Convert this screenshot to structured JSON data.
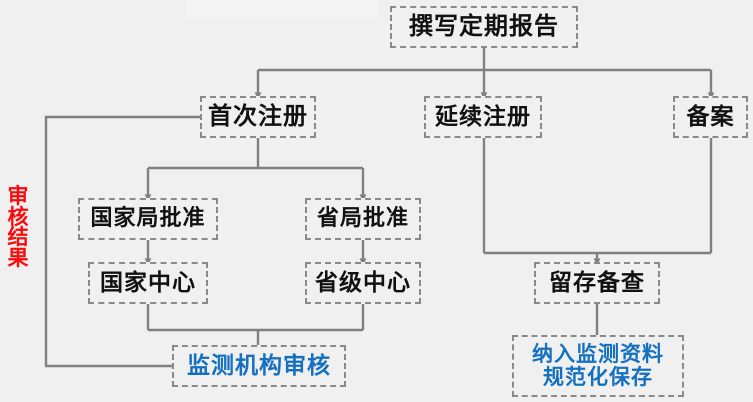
{
  "diagram": {
    "title_label": "撰写定期报告",
    "side_label": "审核结果",
    "colors": {
      "background": "#f0f0f0",
      "box_border": "#8a8a8a",
      "connector": "#808080",
      "text_dark": "#111111",
      "text_blue": "#1570c0",
      "text_red": "#fa0a0a"
    },
    "nodes": [
      {
        "id": "write-report",
        "label": "撰写定期报告",
        "style": "dark"
      },
      {
        "id": "first-registration",
        "label": "首次注册",
        "style": "dark"
      },
      {
        "id": "renewal-registration",
        "label": "延续注册",
        "style": "dark"
      },
      {
        "id": "filing",
        "label": "备案",
        "style": "dark"
      },
      {
        "id": "national-bureau",
        "label": "国家局批准",
        "style": "dark"
      },
      {
        "id": "provincial-bureau",
        "label": "省局批准",
        "style": "dark"
      },
      {
        "id": "national-center",
        "label": "国家中心",
        "style": "dark"
      },
      {
        "id": "provincial-center",
        "label": "省级中心",
        "style": "dark"
      },
      {
        "id": "monitoring-review",
        "label": "监测机构审核",
        "style": "blue"
      },
      {
        "id": "retain-for-check",
        "label": "留存备查",
        "style": "dark"
      },
      {
        "id": "archive-records",
        "label": "纳入监测资料\n规范化保存",
        "style": "blue"
      }
    ]
  }
}
